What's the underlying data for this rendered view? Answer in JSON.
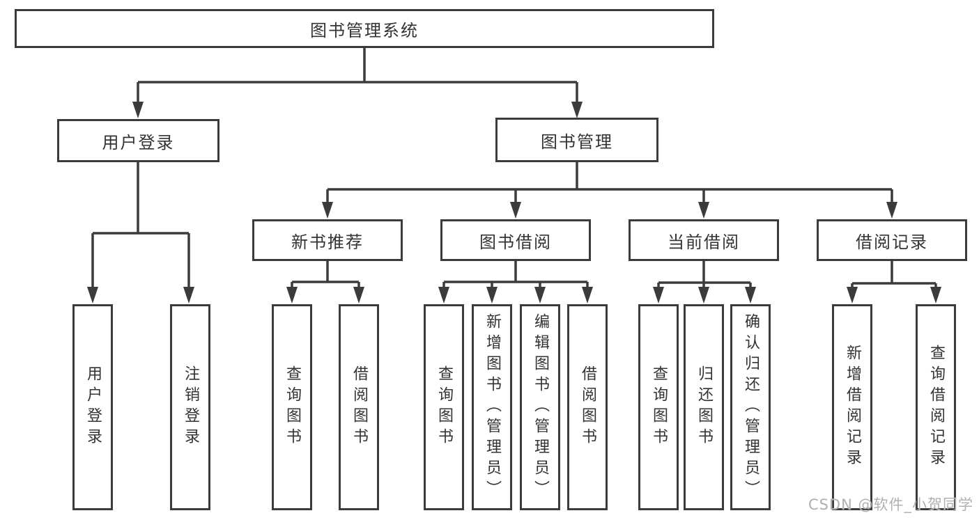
{
  "page": {
    "watermark": "CSDN @软件_小贺同学",
    "background": "#ffffff"
  },
  "colors": {
    "line": "#3b3b3b",
    "box_border": "#3b3b3b",
    "text": "#333333",
    "watermark": "#b0b0b0"
  },
  "tree": {
    "label": "图书管理系统",
    "children": [
      {
        "label": "用户登录",
        "children": [
          {
            "label": "用户登录"
          },
          {
            "label": "注销登录"
          }
        ]
      },
      {
        "label": "图书管理",
        "children": [
          {
            "label": "新书推荐",
            "children": [
              {
                "label": "查询图书"
              },
              {
                "label": "借阅图书"
              }
            ]
          },
          {
            "label": "图书借阅",
            "children": [
              {
                "label": "查询图书"
              },
              {
                "label": "新增图书（管理员）"
              },
              {
                "label": "编辑图书（管理员）"
              },
              {
                "label": "借阅图书"
              }
            ]
          },
          {
            "label": "当前借阅",
            "children": [
              {
                "label": "查询图书"
              },
              {
                "label": "归还图书"
              },
              {
                "label": "确认归还（管理员）"
              }
            ]
          },
          {
            "label": "借阅记录",
            "children": [
              {
                "label": "新增借阅记录"
              },
              {
                "label": "查询借阅记录"
              }
            ]
          }
        ]
      }
    ]
  }
}
